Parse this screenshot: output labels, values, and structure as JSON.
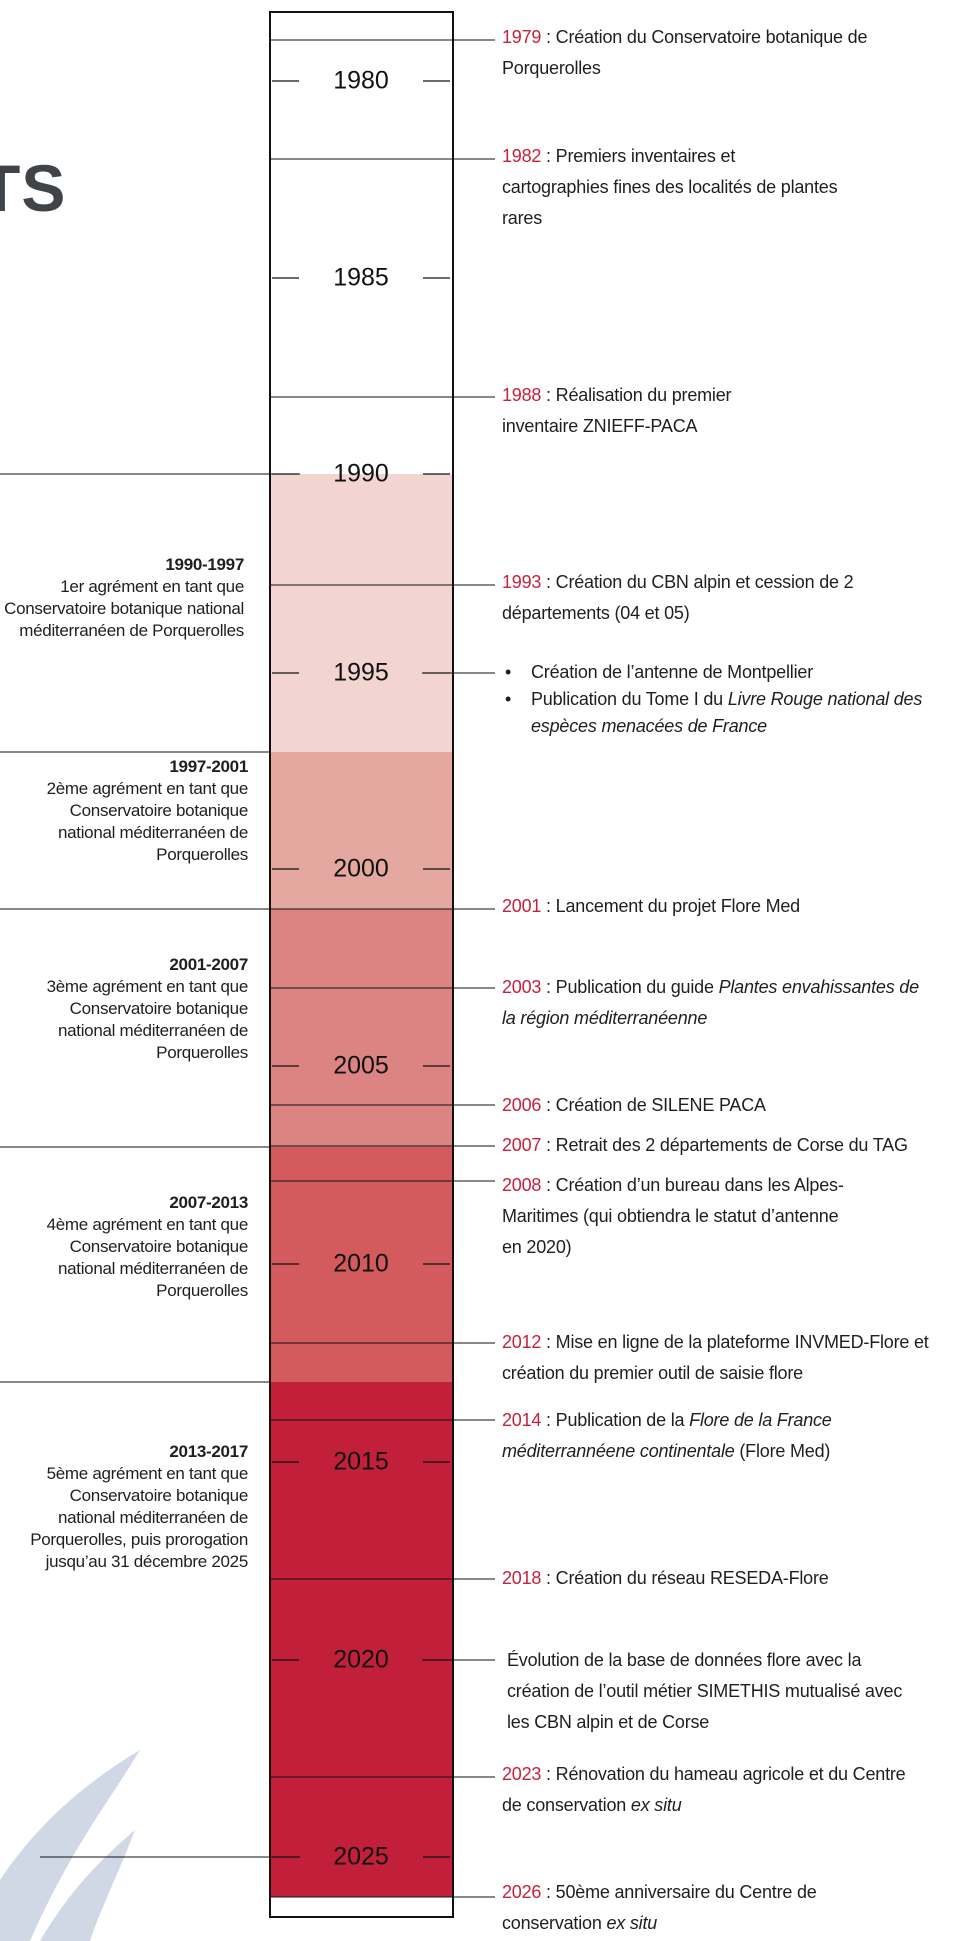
{
  "title": "TS",
  "timeline": {
    "ticks": [
      "1980",
      "1985",
      "1990",
      "1995",
      "2000",
      "2005",
      "2010",
      "2015",
      "2020",
      "2025"
    ],
    "band_colors": [
      "#f2d4d0",
      "#e4a8a1",
      "#dc8482",
      "#d35a5d",
      "#c21f3b"
    ],
    "accent": "#c8213c"
  },
  "agrements": [
    {
      "period": "1990-1997",
      "text": "1er agrément en tant que Conservatoire botanique national méditerranéen de Porquerolles"
    },
    {
      "period": "1997-2001",
      "text": "2ème agrément en tant que Conservatoire botanique national méditerranéen de Porquerolles"
    },
    {
      "period": "2001-2007",
      "text": "3ème agrément en tant que Conservatoire botanique national méditerranéen de Porquerolles"
    },
    {
      "period": "2007-2013",
      "text": "4ème agrément en tant que Conservatoire botanique national méditerranéen de Porquerolles"
    },
    {
      "period": "2013-2017",
      "text": "5ème agrément en tant que Conservatoire botanique national méditerranéen de Porquerolles, puis prorogation jusqu’au 31 décembre 2025"
    }
  ],
  "events": [
    {
      "year": "1979",
      "text": " : Création du Conservatoire botanique de Porquerolles"
    },
    {
      "year": "1982",
      "text": " : Premiers inventaires et cartographies fines des localités de plantes rares"
    },
    {
      "year": "1988",
      "text": " : Réalisation du premier inventaire ZNIEFF-PACA"
    },
    {
      "year": "1993",
      "text": " : Création du CBN alpin et cession de 2 départements (04 et 05)"
    },
    {
      "year": "2001",
      "text": " : Lancement du projet Flore Med"
    },
    {
      "year": "2003",
      "text": " : Publication du guide ",
      "italic": "Plantes envahissantes de la région méditerranéenne"
    },
    {
      "year": "2006",
      "text": " : Création de SILENE PACA"
    },
    {
      "year": "2007",
      "text": " : Retrait des 2 départements de Corse du TAG"
    },
    {
      "year": "2008",
      "text": " : Création d’un bureau dans les Alpes-Maritimes (qui obtiendra le statut d’antenne en 2020)"
    },
    {
      "year": "2012",
      "text": " : Mise en ligne de la plateforme INVMED-Flore et création du premier outil de saisie flore"
    },
    {
      "year": "2014",
      "text": " : Publication de la ",
      "italic": "Flore de la France méditerrannéene continentale",
      "suffix": " (Flore Med)"
    },
    {
      "year": "2018",
      "text": " : Création du réseau RESEDA-Flore"
    },
    {
      "year": "2023",
      "text": " : Rénovation du hameau agricole et du Centre de conservation ",
      "italic": "ex situ"
    },
    {
      "year": "2026",
      "text": " : 50ème anniversaire du Centre de conservation ",
      "italic": "ex situ"
    }
  ],
  "bullets_1995": [
    {
      "text": "Création de l’antenne de Montpellier"
    },
    {
      "text": "Publication du Tome I du ",
      "italic": "Livre Rouge national des espèces menacées de France"
    }
  ],
  "note_2020": "Évolution de la base de données flore avec la création de l’outil métier SIMETHIS mutualisé avec les CBN alpin et de Corse"
}
